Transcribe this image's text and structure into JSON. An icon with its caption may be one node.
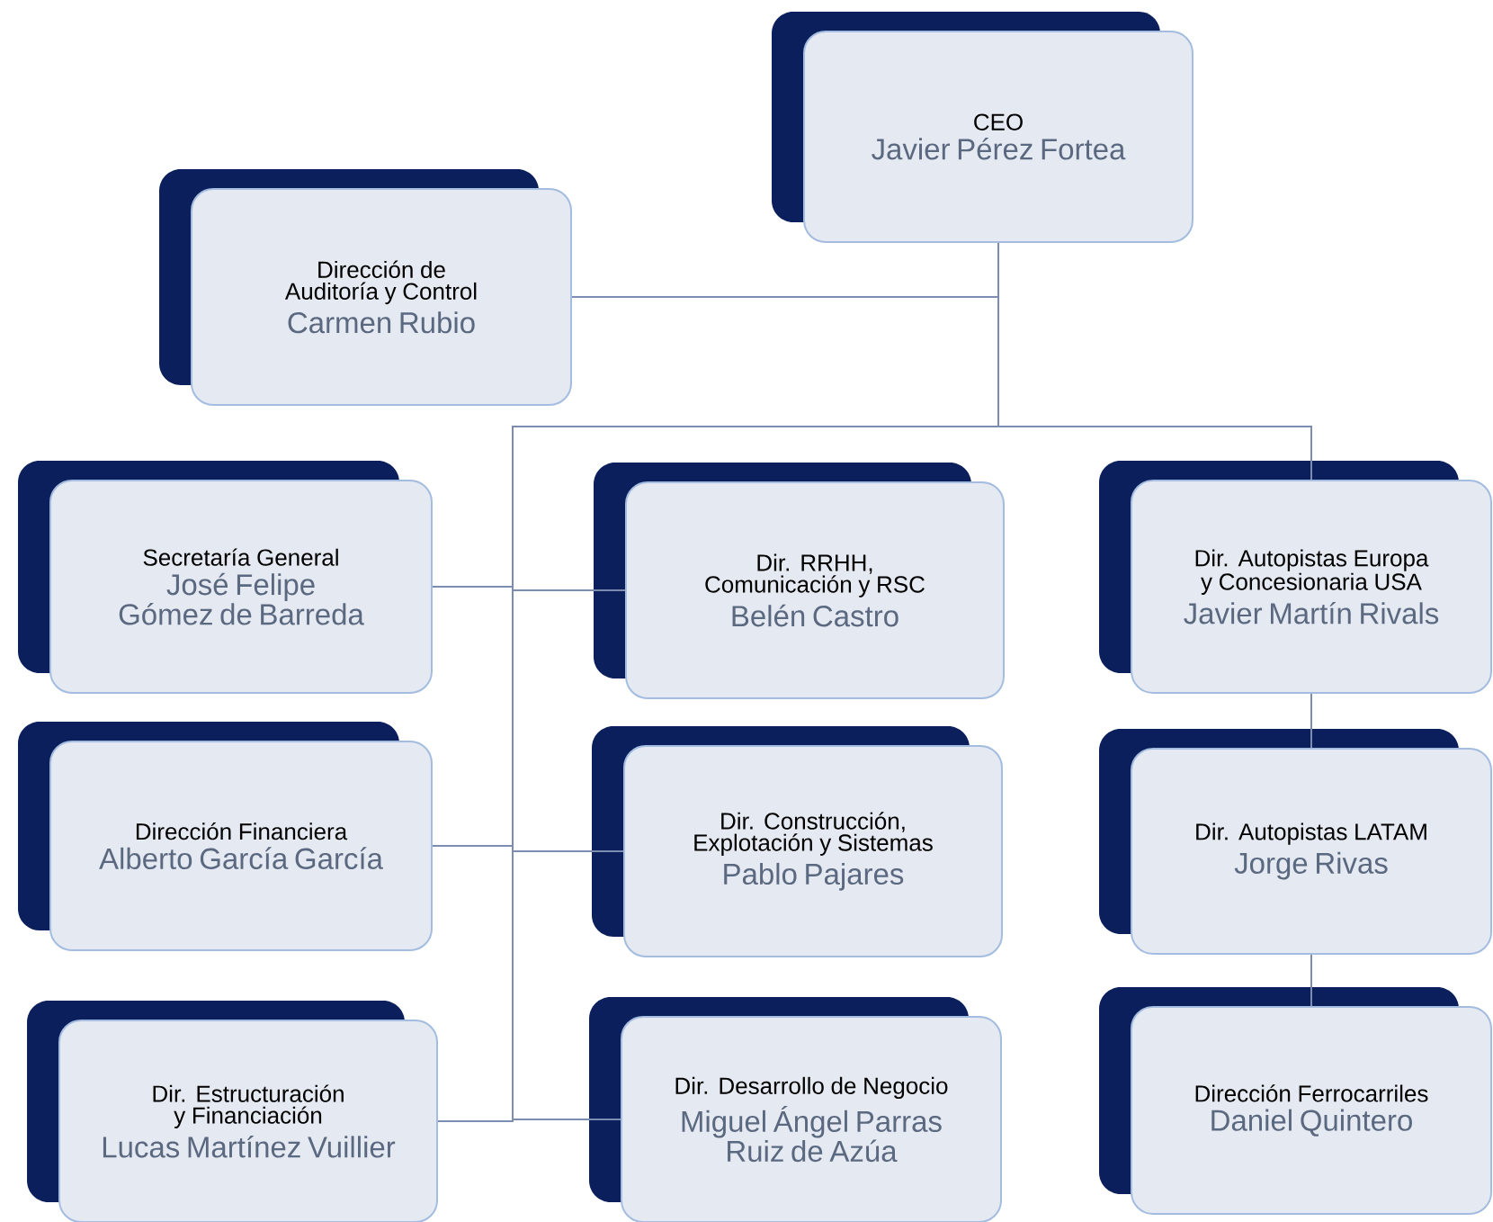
{
  "diagram": {
    "nodes": [
      {
        "text": [
          "CEO",
          "Javier Pérez Fortea"
        ]
      },
      {
        "text": [
          "Dirección de Auditoría y Control",
          "Carmen Rubio"
        ]
      },
      {
        "text": [
          "Secretaría General",
          "José Felipe Gómez de Barreda"
        ]
      },
      {
        "text": [
          "Dirección Financiera",
          "Alberto García García"
        ]
      },
      {
        "text": [
          "Dir. Estructuración y Financiación",
          "Lucas Martínez Vuillier"
        ]
      },
      {
        "text": [
          "Dir. RRHH, Comunicación y RSC",
          "Belén Castro"
        ]
      },
      {
        "text": [
          "Dir. Construcción, Explotación y Sistemas",
          "Pablo Pajares"
        ]
      },
      {
        "text": [
          "Dir. Desarrollo de Negocio",
          "Miguel Ángel Parras Ruiz de Azúa"
        ]
      },
      {
        "text": [
          "Dir. Autopistas Europa y Concesionaria USA",
          "Javier Martín Rivals"
        ]
      },
      {
        "text": [
          "Dir. Autopistas LATAM",
          "Jorge Rivas"
        ]
      },
      {
        "text": [
          "Dirección Ferrocarriles",
          "Daniel Quintero"
        ]
      }
    ],
    "edges": [
      {
        "from": 0,
        "to": 1,
        "arrow": "none"
      },
      {
        "from": 0,
        "to": 2,
        "arrow": "none"
      },
      {
        "from": 0,
        "to": 3,
        "arrow": "none"
      },
      {
        "from": 0,
        "to": 4,
        "arrow": "none"
      },
      {
        "from": 0,
        "to": 5,
        "arrow": "none"
      },
      {
        "from": 0,
        "to": 6,
        "arrow": "none"
      },
      {
        "from": 0,
        "to": 7,
        "arrow": "none"
      },
      {
        "from": 0,
        "to": 8,
        "arrow": "none"
      },
      {
        "from": 8,
        "to": 9,
        "arrow": "none"
      },
      {
        "from": 9,
        "to": 10,
        "arrow": "none"
      }
    ]
  }
}
